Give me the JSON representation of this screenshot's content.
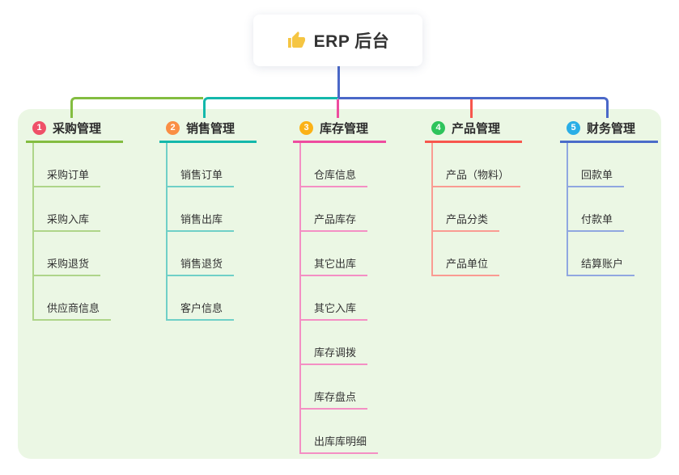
{
  "root": {
    "label": "ERP 后台",
    "icon": "thumbs-up-icon"
  },
  "colors": {
    "page_bg": "#ffffff",
    "panel_bg": "#ebf7e4",
    "trunk": "#4a68c8",
    "thumb_icon": "#f5c542",
    "root_text": "#333333"
  },
  "connectors": {
    "segment_purchase": "#83bd40",
    "segment_sales": "#13b8ab",
    "segment_finance": "#4a68c8",
    "drop_inventory": "#ee4c9f",
    "drop_product": "#f7564d"
  },
  "branches": [
    {
      "number": "1",
      "label": "采购管理",
      "badge_color": "#ef5068",
      "accent": "#83bd40",
      "light": "#aed589",
      "children": [
        "采购订单",
        "采购入库",
        "采购退货",
        "供应商信息"
      ]
    },
    {
      "number": "2",
      "label": "销售管理",
      "badge_color": "#fa8e44",
      "accent": "#13b8ab",
      "light": "#6fd0c7",
      "children": [
        "销售订单",
        "销售出库",
        "销售退货",
        "客户信息"
      ]
    },
    {
      "number": "3",
      "label": "库存管理",
      "badge_color": "#fbb216",
      "accent": "#ee4c9f",
      "light": "#f48fc4",
      "children": [
        "仓库信息",
        "产品库存",
        "其它出库",
        "其它入库",
        "库存调拨",
        "库存盘点",
        "出库库明细"
      ]
    },
    {
      "number": "4",
      "label": "产品管理",
      "badge_color": "#2ec45c",
      "accent": "#f7564d",
      "light": "#fa9b92",
      "children": [
        "产品（物料）",
        "产品分类",
        "产品单位"
      ]
    },
    {
      "number": "5",
      "label": "财务管理",
      "badge_color": "#2aaee6",
      "accent": "#4a6cc9",
      "light": "#90a7e0",
      "children": [
        "回款单",
        "付款单",
        "结算账户"
      ]
    }
  ]
}
